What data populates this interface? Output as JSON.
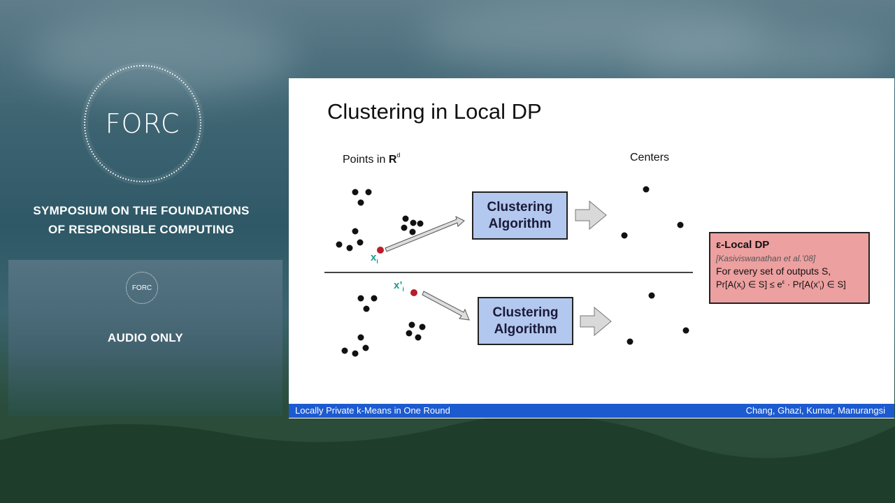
{
  "brand": {
    "logo_text": "FORC",
    "symposium_line1": "SYMPOSIUM ON THE FOUNDATIONS",
    "symposium_line2": "OF RESPONSIBLE COMPUTING",
    "audio_logo_text": "FORC",
    "audio_label": "AUDIO ONLY"
  },
  "slide": {
    "title": "Clustering in Local DP",
    "points_label_prefix": "Points in ",
    "points_label_bold": "R",
    "points_label_sup": "d",
    "centers_label": "Centers",
    "algo_top_line1": "Clustering",
    "algo_top_line2": "Algorithm",
    "algo_bottom_line1": "Clustering",
    "algo_bottom_line2": "Algorithm",
    "xi": "x",
    "xi_sub": "i",
    "xi_prime": "x’",
    "xi_prime_sub": "i",
    "dp_title": "ε-Local DP",
    "dp_cite": "[Kasiviswanathan et al.’08]",
    "dp_line": "For every set of outputs S,",
    "dp_formula_a": "Pr[A(x",
    "dp_formula_sub1": "i",
    "dp_formula_b": ") ∈ S] ≤ e",
    "dp_formula_sup": "ε",
    "dp_formula_c": " · Pr[A(x’",
    "dp_formula_sub2": "i",
    "dp_formula_d": ") ∈ S]",
    "footer_left": "Locally Private k-Means in One Round",
    "footer_right": "Chang, Ghazi, Kumar, Manurangsi"
  },
  "colors": {
    "box_blue": "#b3c8ee",
    "box_pink": "#eda0a0",
    "footer_blue": "#1c5ad0",
    "point_red": "#b81d2a",
    "label_teal": "#1e9a8c"
  },
  "icons": [
    "arrow-right-icon",
    "block-arrow-icon"
  ]
}
